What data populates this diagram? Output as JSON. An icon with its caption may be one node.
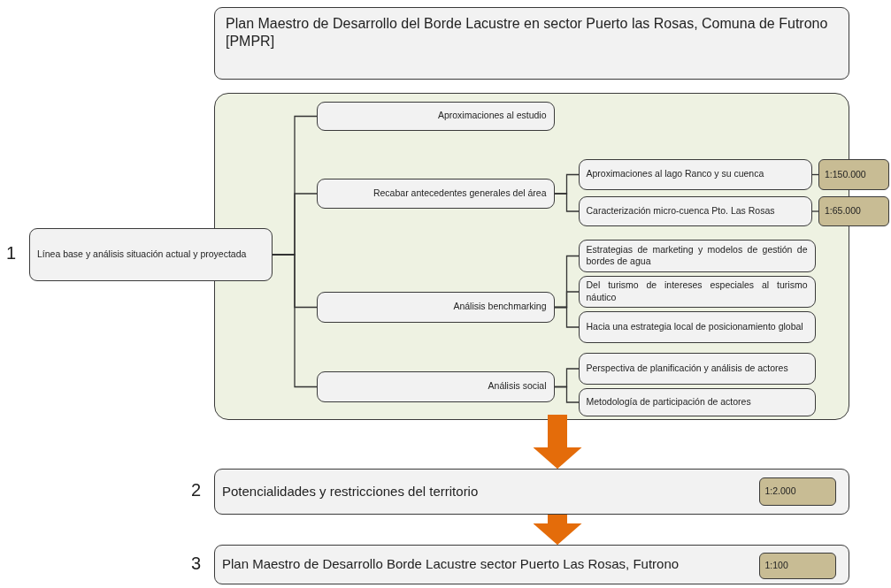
{
  "diagram": {
    "nodes": [
      {
        "text": [
          "Plan Maestro de Desarrollo del Borde Lacustre en sector  Puerto las Rosas, Comuna de Futrono [PMPR]"
        ]
      },
      {
        "text": [],
        "shape": "box"
      },
      {
        "text": [
          "Línea base y análisis situación actual y proyectada"
        ],
        "beside": [
          "1"
        ]
      },
      {
        "text": [
          "Aproximaciones al estudio"
        ],
        "in": 1
      },
      {
        "text": [
          "Recabar antecedentes generales del área"
        ],
        "in": 1
      },
      {
        "text": [
          "Aproximaciones al lago Ranco y su cuenca"
        ],
        "in": 1
      },
      {
        "text": [
          "Caracterización micro-cuenca Pto. Las Rosas"
        ],
        "in": 1
      },
      {
        "text": [
          "1:150.000"
        ]
      },
      {
        "text": [
          "1:65.000"
        ]
      },
      {
        "text": [
          "Análisis benchmarking"
        ],
        "in": 1
      },
      {
        "text": [
          "Estrategias de marketing y modelos de gestión de bordes de agua"
        ],
        "in": 1
      },
      {
        "text": [
          "Del turismo de intereses especiales al turismo náutico"
        ],
        "in": 1
      },
      {
        "text": [
          "Hacia una estrategia local de posicionamiento global"
        ],
        "in": 1
      },
      {
        "text": [
          "Análisis social"
        ],
        "in": 1
      },
      {
        "text": [
          "Perspectiva de planificación y análisis de actores"
        ],
        "in": 1
      },
      {
        "text": [
          "Metodología de participación de actores"
        ],
        "in": 1
      },
      {
        "text": [
          "Potencialidades y restricciones del territorio"
        ],
        "beside": [
          "2"
        ]
      },
      {
        "text": [
          "1:2.000"
        ],
        "in": 16
      },
      {
        "text": [
          "Plan Maestro de Desarrollo Borde Lacustre sector Puerto Las Rosas, Futrono"
        ],
        "beside": [
          "3"
        ]
      },
      {
        "text": [
          "1:100"
        ],
        "in": 18
      }
    ],
    "edges": [
      {
        "from": 2,
        "to": 3,
        "arrow": "none"
      },
      {
        "from": 2,
        "to": 4,
        "arrow": "none"
      },
      {
        "from": 2,
        "to": 9,
        "arrow": "none"
      },
      {
        "from": 2,
        "to": 13,
        "arrow": "none"
      },
      {
        "from": 4,
        "to": 5,
        "arrow": "none"
      },
      {
        "from": 4,
        "to": 6,
        "arrow": "none"
      },
      {
        "from": 5,
        "to": 7,
        "arrow": "none"
      },
      {
        "from": 6,
        "to": 8,
        "arrow": "none"
      },
      {
        "from": 9,
        "to": 10,
        "arrow": "none"
      },
      {
        "from": 9,
        "to": 11,
        "arrow": "none"
      },
      {
        "from": 9,
        "to": 12,
        "arrow": "none"
      },
      {
        "from": 13,
        "to": 14,
        "arrow": "none"
      },
      {
        "from": 13,
        "to": 15,
        "arrow": "none"
      },
      {
        "from": 1,
        "to": 16,
        "arrow": "to",
        "style": "thick",
        "color": "#e46c0a"
      },
      {
        "from": 16,
        "to": 18,
        "arrow": "to",
        "style": "thick",
        "color": "#e46c0a"
      }
    ]
  }
}
